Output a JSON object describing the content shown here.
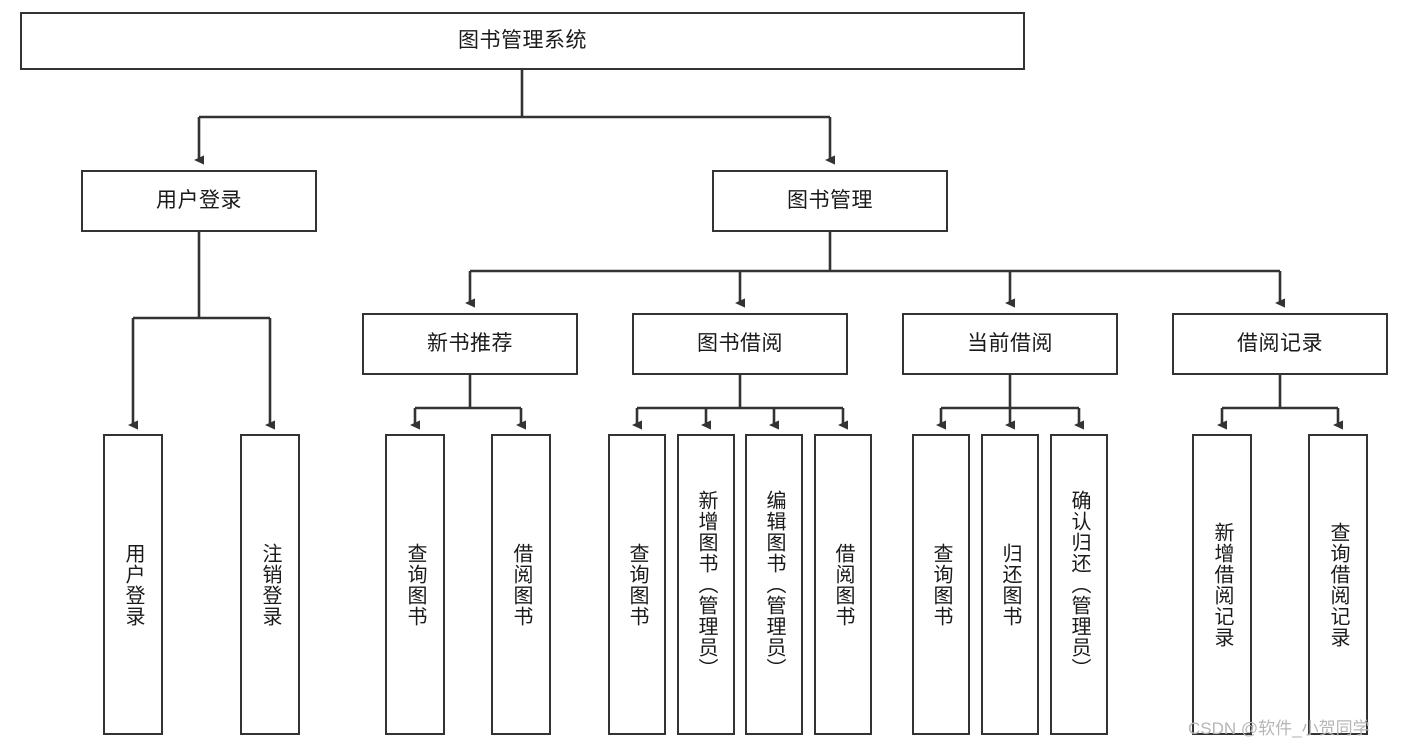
{
  "diagram": {
    "type": "hierarchy-tree",
    "title": "图书管理系统",
    "watermark": "CSDN @软件_小贺同学",
    "colors": {
      "box_border": "#333333",
      "box_fill": "#ffffff",
      "connector": "#333333",
      "text": "#1a1a1a",
      "watermark": "#b6b6b6",
      "background": "#ffffff"
    },
    "levels": {
      "level1": [
        {
          "id": "root",
          "label": "图书管理系统",
          "orientation": "horizontal"
        }
      ],
      "level2": [
        {
          "id": "user-login",
          "label": "用户登录",
          "orientation": "horizontal"
        },
        {
          "id": "book-management",
          "label": "图书管理",
          "orientation": "horizontal"
        }
      ],
      "level3": [
        {
          "id": "new-book-recommend",
          "label": "新书推荐",
          "orientation": "horizontal",
          "parent": "book-management"
        },
        {
          "id": "book-borrow",
          "label": "图书借阅",
          "orientation": "horizontal",
          "parent": "book-management"
        },
        {
          "id": "current-borrow",
          "label": "当前借阅",
          "orientation": "horizontal",
          "parent": "book-management"
        },
        {
          "id": "borrow-record",
          "label": "借阅记录",
          "orientation": "horizontal",
          "parent": "book-management"
        }
      ],
      "level4": [
        {
          "id": "leaf-user-login",
          "label": "用户登录",
          "orientation": "vertical",
          "parent": "user-login"
        },
        {
          "id": "leaf-logout-login",
          "label": "注销登录",
          "orientation": "vertical",
          "parent": "user-login"
        },
        {
          "id": "leaf-query-book-1",
          "label": "查询图书",
          "orientation": "vertical",
          "parent": "new-book-recommend"
        },
        {
          "id": "leaf-borrow-book-1",
          "label": "借阅图书",
          "orientation": "vertical",
          "parent": "new-book-recommend"
        },
        {
          "id": "leaf-query-book-2",
          "label": "查询图书",
          "orientation": "vertical",
          "parent": "book-borrow"
        },
        {
          "id": "leaf-add-book-admin",
          "label": "新增图书（管理员）",
          "orientation": "vertical",
          "parent": "book-borrow"
        },
        {
          "id": "leaf-edit-book-admin",
          "label": "编辑图书（管理员）",
          "orientation": "vertical",
          "parent": "book-borrow"
        },
        {
          "id": "leaf-borrow-book-2",
          "label": "借阅图书",
          "orientation": "vertical",
          "parent": "book-borrow"
        },
        {
          "id": "leaf-query-book-3",
          "label": "查询图书",
          "orientation": "vertical",
          "parent": "current-borrow"
        },
        {
          "id": "leaf-return-book",
          "label": "归还图书",
          "orientation": "vertical",
          "parent": "current-borrow"
        },
        {
          "id": "leaf-confirm-return-admin",
          "label": "确认归还（管理员）",
          "orientation": "vertical",
          "parent": "current-borrow"
        },
        {
          "id": "leaf-add-borrow-record",
          "label": "新增借阅记录",
          "orientation": "vertical",
          "parent": "borrow-record"
        },
        {
          "id": "leaf-query-borrow-record",
          "label": "查询借阅记录",
          "orientation": "vertical",
          "parent": "borrow-record"
        }
      ]
    }
  }
}
